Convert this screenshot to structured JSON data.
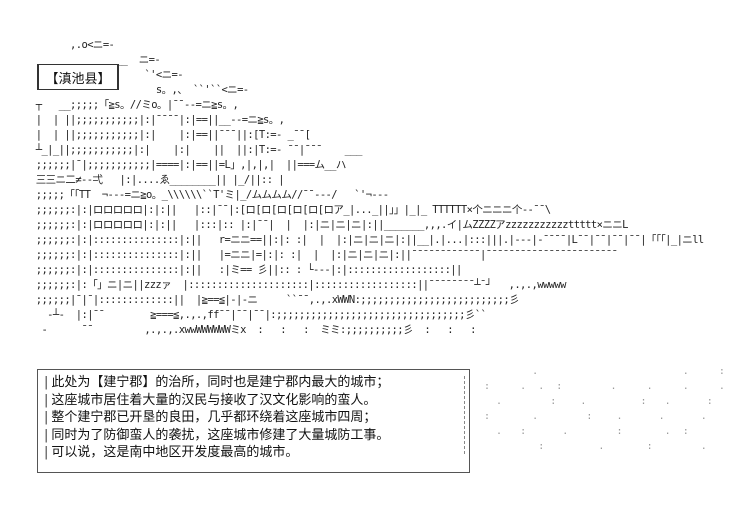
{
  "place_label": "【滇池县】",
  "artwork_lines": [
    "       ,.o<ニ=-",
    "      ___________  ニ=-",
    "                    `'<ニ=-",
    "                      s。,、 ``'``<ニ=-",
    " ┬   __;;;;;「≧s。//ミo。|¯¯--=ニ≧s。,",
    " |  | ||;;;;;;;;;;;|:|¯¯¯¯|:|==||__--=ニ≧s。,",
    " |  | ||;;;;;;;;;;;|:|    |:|==||¯¯¯||:[T:=- _¯¯[",
    " ┴_|_||;;;;;;;;;;;|:|    |:|    ||  ||:|T:=- ¯¯|¯¯¯    ___",
    " ;;;;;;|¯|;;;;;;;;;;;|====|:|==||=L」,|,|,|  ||===ム__ハ",
    " 三三ニ二≠--弌   |:|....ゑ________|| |_/||:: |",
    " ;;;;;「「TT  ¬---=ニ≧o。_\\\\\\\\\\\\``T'ミ|_/ムムムム//¯¯---/   `'¬---",
    " ;;;;;;:|:|ロロロロロ|:|:||   |::|¯¯|:[ロ[ロ[ロ[ロ[ロ[ロア_|..._||」」|_|_ TTTTTT×个ニニニ个--¯¯\\",
    " ;;;;;;:|:|ロロロロロ|:|:||   |:::|:: |:|¯¯|  |  |:|ニ|ニ|ニ|:||_______,,,.イ|ムZZZZアzzzzzzzzzzzttttt×ニニL",
    " ;;;;;;:|:|:::::::::::::::|:||   r=ニニ==||:|: :|  |  |:|ニ|ニ|ニ|:||__|.|...|:::|||.|---|-¯¯¯¯|L¯¯|¯¯|¯¯|¯¯|「「「|_|ニll",
    " ;;;;;;:|:|:::::::::::::::|:||   |=ニニ|=|:|: :|  |  |:|ニ|ニ|ニ|:||¯¯¯¯¯¯¯¯¯¯¯¯|¯¯¯¯¯¯¯¯¯¯¯¯¯¯¯¯¯¯¯¯¯¯¯",
    " ;;;;;;:|:|:::::::::::::::|:||   :|ミ== 彡||:: : └---|:|::::::::::::::::::|| ",
    " ;;;;;;:|:「」ニ|ニ||zzzァ  |:::::::::::::::::::::|::::::::::::::::::||¯¯¯¯¯¯¯¯┴¯┘   ,.,.,wwwww",
    " ;;;;;;|¯|¯|:::::::::::::||  |≧==≦|-|-ニ     ``¯¯,.,.xWWN:;;;;;;;;;;;;;;;;;;;;;;;;;;彡",
    "   -┴-  |:|¯¯        ≧===≦,.,.,ff¯¯|¯¯|¯¯|:;;;;;;;;;;;;;;;;;;;;;;;;;;;;;;;;;彡``",
    "  -      ¯¯         ,.,.,.xwwWWWWWWミx  :   :   :  ミミ:;;;;;;;;;;彡  :   :   :"
  ],
  "narration_lines": [
    "此处为【建宁郡】的治所，同时也是建宁郡内最大的城市；",
    "这座城市居住着大量的汉民与接收了汉文化影响的蛮人。",
    "整个建宁郡已开垦的良田，几乎都环绕着这座城市四周；",
    "同时为了防御蛮人的袭扰，这座城市修建了大量城防工事。",
    "可以说，这是南中地区开发度最高的城市。"
  ]
}
